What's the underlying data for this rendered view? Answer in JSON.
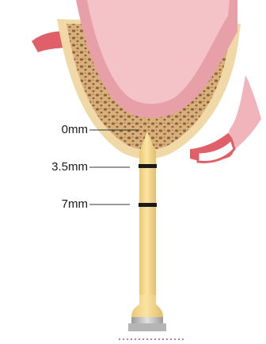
{
  "diagram": {
    "depth_markers": [
      {
        "label": "0mm"
      },
      {
        "label": "3.5mm"
      },
      {
        "label": "7mm"
      }
    ]
  },
  "colors": {
    "gum_pink": "#e8a0a8",
    "gum_red": "#e0606a",
    "bone_outer": "#f0d9a6",
    "bone_trabecular": "#c9a26a",
    "bone_pores": "#7a5a38",
    "drill_shank": "#f6d98a",
    "depth_band": "#1a1a1a",
    "drill_base": "#c8c8c8",
    "guide_line": "#d04080"
  }
}
